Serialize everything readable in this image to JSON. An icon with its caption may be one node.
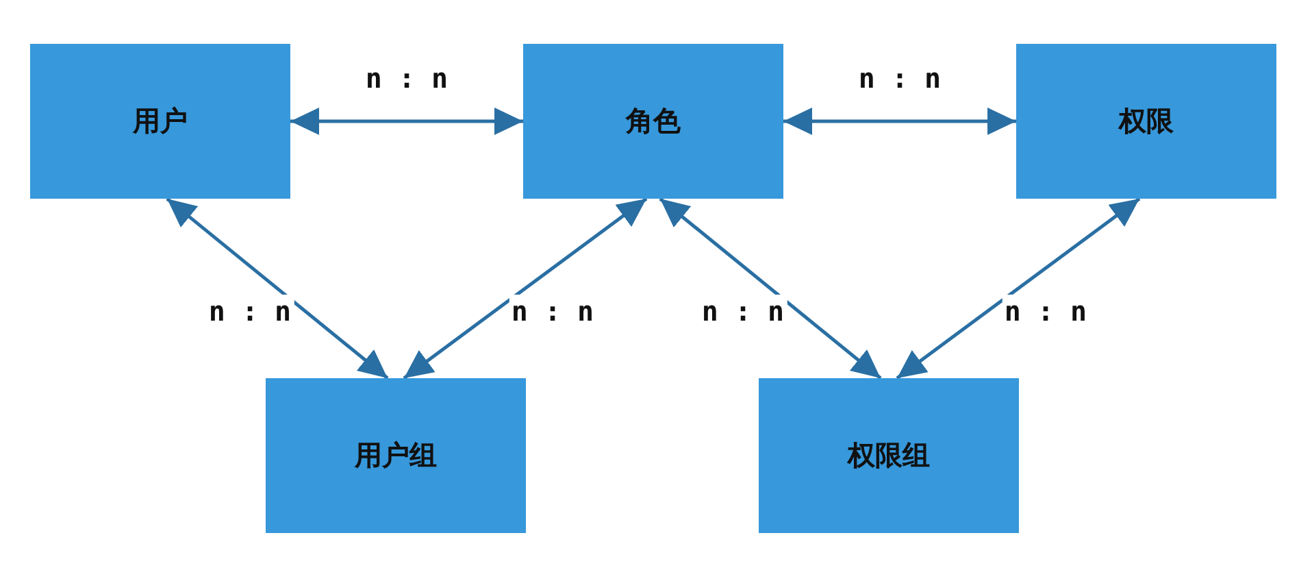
{
  "diagram": {
    "nodes": [
      {
        "text": [
          "用户"
        ]
      },
      {
        "text": [
          "角色"
        ]
      },
      {
        "text": [
          "权限"
        ]
      },
      {
        "text": [
          "用户组"
        ]
      },
      {
        "text": [
          "权限组"
        ]
      }
    ],
    "edges": [
      {
        "from": 0,
        "to": 1,
        "arrow": "both",
        "label": "n : n"
      },
      {
        "from": 1,
        "to": 2,
        "arrow": "both",
        "label": "n : n"
      },
      {
        "from": 0,
        "to": 3,
        "arrow": "both",
        "label": "n : n"
      },
      {
        "from": 1,
        "to": 3,
        "arrow": "both",
        "label": "n : n"
      },
      {
        "from": 1,
        "to": 4,
        "arrow": "both",
        "label": "n : n"
      },
      {
        "from": 2,
        "to": 4,
        "arrow": "both",
        "label": "n : n"
      }
    ]
  }
}
